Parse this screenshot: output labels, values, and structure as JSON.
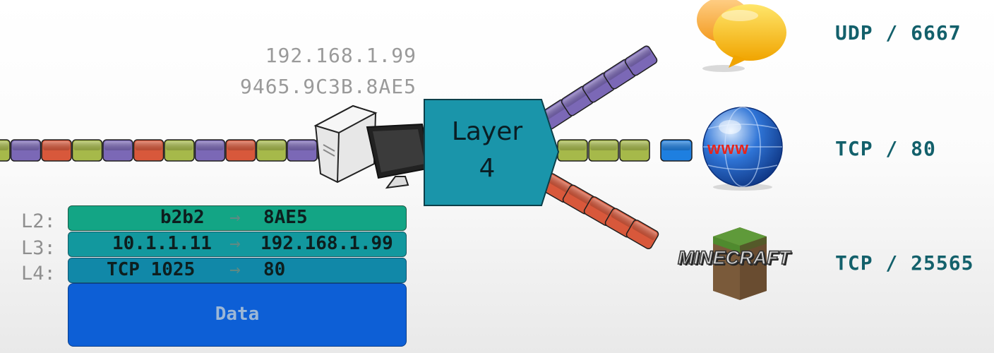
{
  "host": {
    "ip": "192.168.1.99",
    "mac": "9465.9C3B.8AE5"
  },
  "layer_box": {
    "line1": "Layer",
    "line2": "4"
  },
  "services": [
    {
      "protocol_port": "UDP / 6667",
      "icon": "chat-bubbles-icon"
    },
    {
      "protocol_port": "TCP / 80",
      "icon": "globe-www-icon",
      "icon_text": "www"
    },
    {
      "protocol_port": "TCP / 25565",
      "icon": "minecraft-block-icon",
      "icon_text": "MINECRAFT"
    }
  ],
  "packet": {
    "layers": [
      {
        "label": "L2:",
        "src": "b2b2",
        "arrow": "→",
        "dst": "8AE5"
      },
      {
        "label": "L3:",
        "src": "10.1.1.11",
        "arrow": "→",
        "dst": "192.168.1.99"
      },
      {
        "label": "L4:",
        "src": "TCP 1025",
        "arrow": "→",
        "dst": "80"
      }
    ],
    "data_label": "Data"
  },
  "colors": {
    "purple": "#7b68b6",
    "red": "#d8583b",
    "green": "#a6b94a",
    "blue": "#1e7fe0",
    "layer_box": "#1a95aa",
    "port_text": "#13606b"
  }
}
